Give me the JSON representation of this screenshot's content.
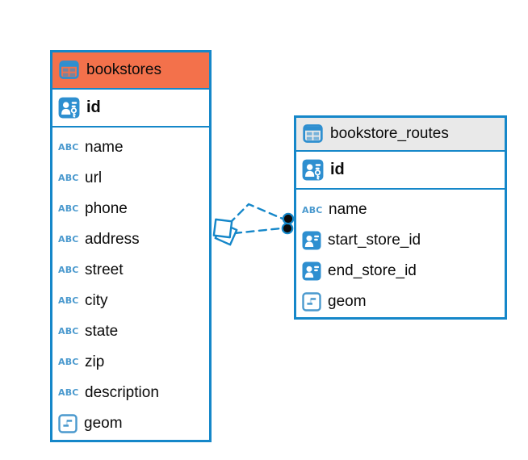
{
  "icons": {
    "text_type_glyph": "ABC"
  },
  "colors": {
    "accent_blue": "#1587c9",
    "icon_blue": "#2e8fd0",
    "header_orange": "#f3714b",
    "header_gray": "#e9e9e9",
    "connector_dot_black": "#0c0c0c",
    "text": "#0b0b0b"
  },
  "tables": [
    {
      "name": "bookstores",
      "header_color": "#f3714b",
      "primary_key": {
        "label": "id",
        "type": "primary-key"
      },
      "columns": [
        {
          "label": "name",
          "type": "text"
        },
        {
          "label": "url",
          "type": "text"
        },
        {
          "label": "phone",
          "type": "text"
        },
        {
          "label": "address",
          "type": "text"
        },
        {
          "label": "street",
          "type": "text"
        },
        {
          "label": "city",
          "type": "text"
        },
        {
          "label": "state",
          "type": "text"
        },
        {
          "label": "zip",
          "type": "text"
        },
        {
          "label": "description",
          "type": "text"
        },
        {
          "label": "geom",
          "type": "geometry"
        }
      ]
    },
    {
      "name": "bookstore_routes",
      "header_color": "#e9e9e9",
      "primary_key": {
        "label": "id",
        "type": "primary-key"
      },
      "columns": [
        {
          "label": "name",
          "type": "text"
        },
        {
          "label": "start_store_id",
          "type": "foreign-key"
        },
        {
          "label": "end_store_id",
          "type": "foreign-key"
        },
        {
          "label": "geom",
          "type": "geometry"
        }
      ]
    }
  ],
  "relationships": [
    {
      "from": "bookstores.id",
      "to": "bookstore_routes.start_store_id",
      "line_style": "dashed"
    },
    {
      "from": "bookstores.id",
      "to": "bookstore_routes.end_store_id",
      "line_style": "dashed"
    }
  ]
}
